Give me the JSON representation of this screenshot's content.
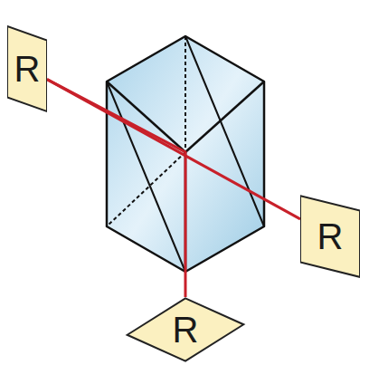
{
  "diagram": {
    "nodes": [
      {
        "text": [
          "R"
        ]
      },
      {
        "text": [
          "R"
        ]
      },
      {
        "text": [
          "R"
        ]
      }
    ],
    "edges": [
      {
        "from": 0,
        "to": 1,
        "arrow": "none"
      },
      {
        "from": 0,
        "to": 2,
        "arrow": "none"
      }
    ]
  }
}
